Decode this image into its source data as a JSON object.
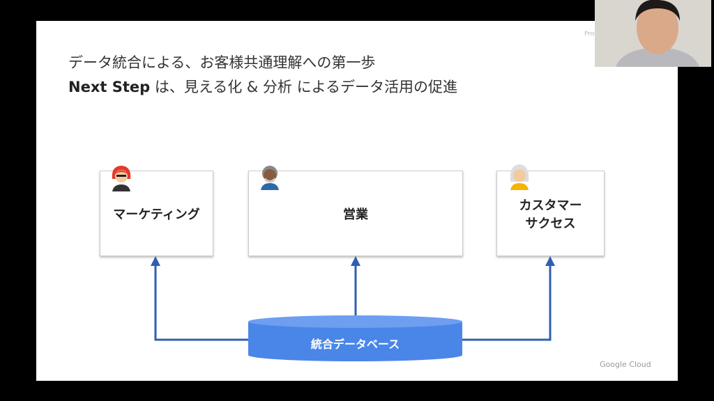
{
  "slide": {
    "title_line1": "データ統合による、お客様共通理解への第一歩",
    "title_line2_bold": "Next Step",
    "title_line2_rest": " は、見える化 & 分析 によるデータ活用の促進",
    "boxes": [
      {
        "label": "マーケティング"
      },
      {
        "label": "営業"
      },
      {
        "label": "カスタマー\nサクセス"
      }
    ],
    "database_label": "統合データベース",
    "footer_logo": "Google Cloud",
    "truncated_text": "Proc"
  },
  "colors": {
    "accent": "#2f5fb3",
    "database": "#4a86e8"
  },
  "video": {
    "participant_tile": "webcam-feed"
  }
}
